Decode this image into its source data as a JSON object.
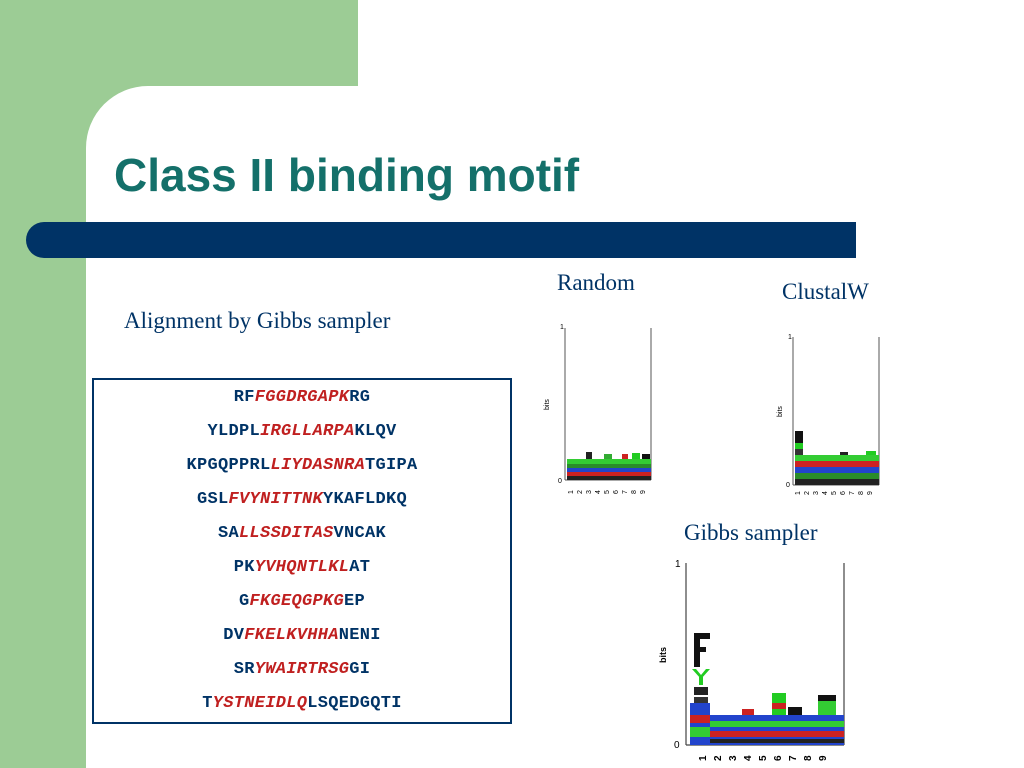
{
  "slide": {
    "title": "Class II binding motif",
    "alignment_label": "Alignment by Gibbs sampler",
    "random_label": "Random",
    "clustalw_label": "ClustalW",
    "gibbs_label": "Gibbs sampler"
  },
  "sequences": [
    {
      "pre": "RF",
      "motif": "FGGDRGAPK",
      "post": "RG"
    },
    {
      "pre": "YLDPL",
      "motif": "IRGLLARPA",
      "post": "KLQV"
    },
    {
      "pre": "KPGQPPRL",
      "motif": "LIYDASNRA",
      "post": "TGIPA"
    },
    {
      "pre": "GSL",
      "motif": "FVYNITTNK",
      "post": "YKAFLDKQ"
    },
    {
      "pre": "SA",
      "motif": "LLSSDITAS",
      "post": "VNCAK"
    },
    {
      "pre": "PK",
      "motif": "YVHQNTLKL",
      "post": "AT"
    },
    {
      "pre": "G",
      "motif": "FKGEQGPKG",
      "post": "EP"
    },
    {
      "pre": "DV",
      "motif": "FKELKVHHA",
      "post": "NENI"
    },
    {
      "pre": "SR",
      "motif": "YWAIRTRSG",
      "post": "GI"
    },
    {
      "pre": "T",
      "motif": "YSTNEIDLQ",
      "post": "LSQEDGQTI"
    }
  ],
  "logos": {
    "axis_label": "bits",
    "y_top": "1",
    "y_bottom": "0",
    "positions": [
      "1",
      "2",
      "3",
      "4",
      "5",
      "6",
      "7",
      "8",
      "9"
    ]
  },
  "colors": {
    "title": "#14706a",
    "navy": "#003366",
    "motif_red": "#c02020",
    "green_panel": "#9ccc95"
  }
}
